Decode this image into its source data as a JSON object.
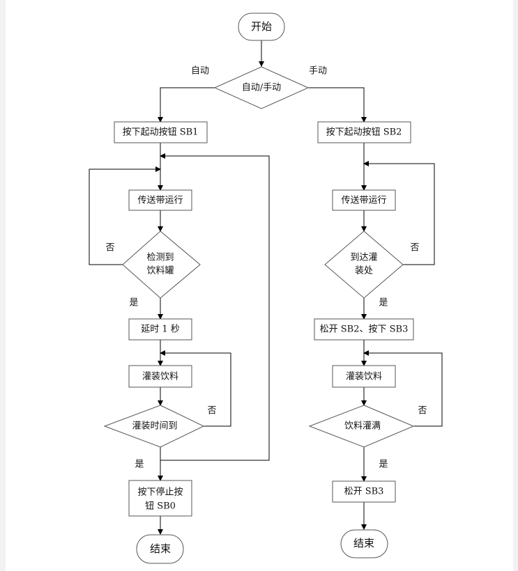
{
  "flowchart": {
    "start": "开始",
    "decision_mode": "自动/手动",
    "branch_auto": "自动",
    "branch_manual": "手动",
    "auto": {
      "press_start": "按下起动按钮 SB1",
      "conveyor": "传送带运行",
      "detect_line1": "检测到",
      "detect_line2": "饮料罐",
      "no_detect": "否",
      "yes_detect": "是",
      "delay": "延时 1 秒",
      "fill": "灌装饮料",
      "time_up": "灌装时间到",
      "no_time": "否",
      "yes_time": "是",
      "stop_line1": "按下停止按",
      "stop_line2": "钮 SB0",
      "end": "结束"
    },
    "manual": {
      "press_start": "按下起动按钮 SB2",
      "conveyor": "传送带运行",
      "arrive_line1": "到达灌",
      "arrive_line2": "装处",
      "no_arrive": "否",
      "yes_arrive": "是",
      "release": "松开 SB2、按下 SB3",
      "fill": "灌装饮料",
      "full": "饮料灌满",
      "no_full": "否",
      "yes_full": "是",
      "release_sb3": "松开 SB3",
      "end": "结束"
    }
  }
}
